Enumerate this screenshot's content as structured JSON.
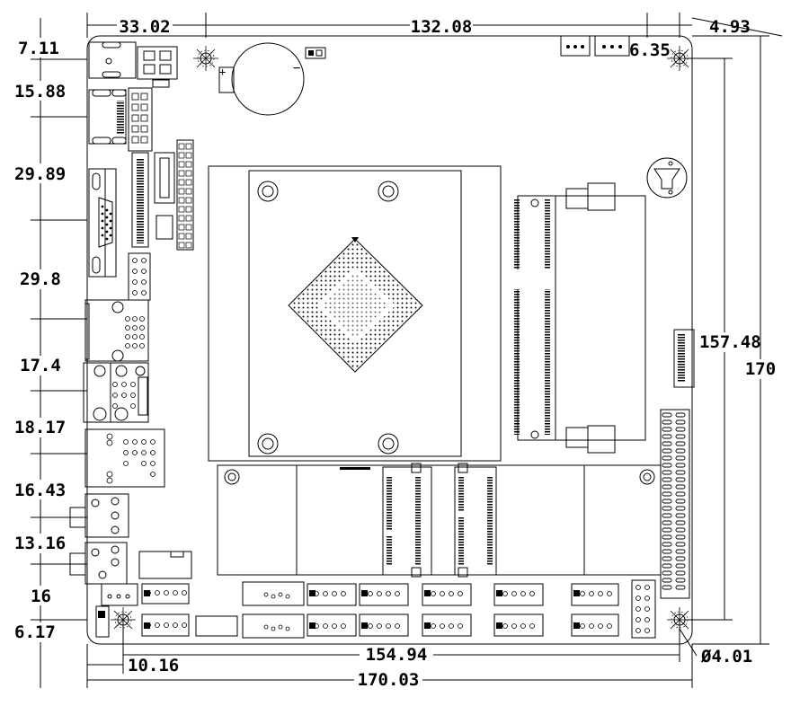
{
  "dimensions": {
    "top_left": "33.02",
    "top_middle": "132.08",
    "top_right": "4.93",
    "right_hole_offset": "6.35",
    "right_inner_height": "157.48",
    "right_total_height": "170",
    "bottom_hole_spacing": "154.94",
    "bottom_hole_offset": "10.16",
    "bottom_total_width": "170.03",
    "hole_diameter": "Ø4.01",
    "left_offsets": [
      "7.11",
      "15.88",
      "29.89",
      "29.8",
      "17.4",
      "18.17",
      "16.43",
      "13.16",
      "16",
      "6.17"
    ]
  },
  "battery_marks": {
    "plus": "+",
    "minus": "−"
  }
}
